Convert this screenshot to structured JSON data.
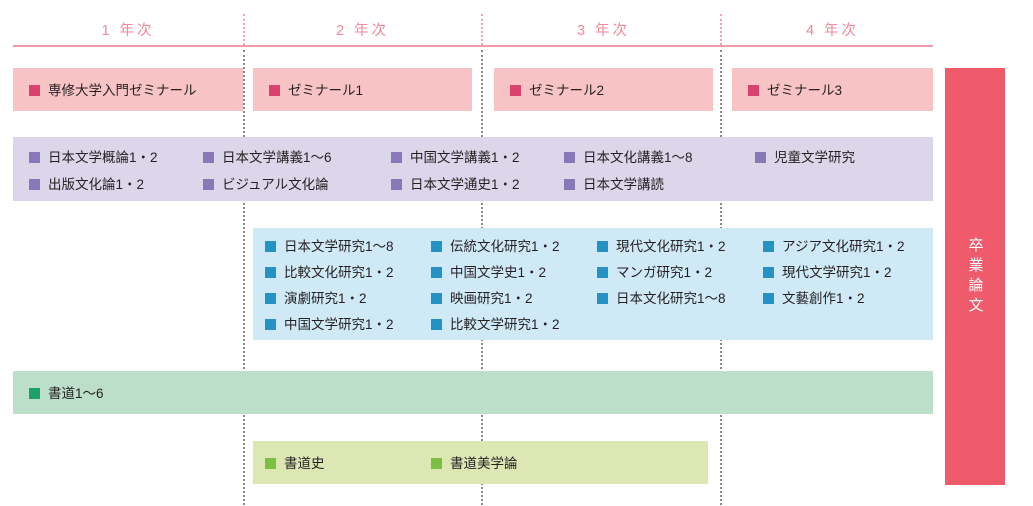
{
  "diagram": {
    "title_colors": {
      "year_label": "#f2889b",
      "header_rule": "#ef9aa9",
      "seminar_band": "#f8c3c5",
      "seminar_bullet": "#d9416f",
      "lecture_band": "#dbd6e9",
      "lecture_bullet": "#8878b8",
      "research_band": "#cfe9f7",
      "research_bullet": "#2492c4",
      "calligraphy_band": "#bcdfc9",
      "calligraphy_bullet": "#1f9f6e",
      "calligraphy_theory_band": "#dde7b4",
      "calligraphy_theory_bullet": "#7bc043",
      "thesis_bar": "#ef5b6b"
    },
    "years": [
      {
        "label": "1 年次"
      },
      {
        "label": "2 年次"
      },
      {
        "label": "3 年次"
      },
      {
        "label": "4 年次"
      }
    ],
    "seminar_row": [
      {
        "label": "専修大学入門ゼミナール"
      },
      {
        "label": "ゼミナール1"
      },
      {
        "label": "ゼミナール2"
      },
      {
        "label": "ゼミナール3"
      }
    ],
    "lecture_row": {
      "columns": [
        {
          "items": [
            "日本文学概論1・2",
            "出版文化論1・2"
          ]
        },
        {
          "items": [
            "日本文学講義1〜6",
            "ビジュアル文化論"
          ]
        },
        {
          "items": [
            "中国文学講義1・2",
            "日本文学通史1・2"
          ]
        },
        {
          "items": [
            "日本文化講義1〜8",
            "日本文学講読"
          ]
        },
        {
          "items": [
            "児童文学研究"
          ]
        }
      ]
    },
    "research_row": {
      "columns": [
        {
          "items": [
            "日本文学研究1〜8",
            "比較文化研究1・2",
            "演劇研究1・2",
            "中国文学研究1・2"
          ]
        },
        {
          "items": [
            "伝統文化研究1・2",
            "中国文学史1・2",
            "映画研究1・2",
            "比較文学研究1・2"
          ]
        },
        {
          "items": [
            "現代文化研究1・2",
            "マンガ研究1・2",
            "日本文化研究1〜8"
          ]
        },
        {
          "items": [
            "アジア文化研究1・2",
            "現代文学研究1・2",
            "文藝創作1・2"
          ]
        }
      ]
    },
    "calligraphy_row": [
      {
        "label": "書道1〜6"
      }
    ],
    "calligraphy_theory_row": [
      {
        "label": "書道史"
      },
      {
        "label": "書道美学論"
      }
    ],
    "thesis": {
      "label": "卒業論文"
    }
  }
}
